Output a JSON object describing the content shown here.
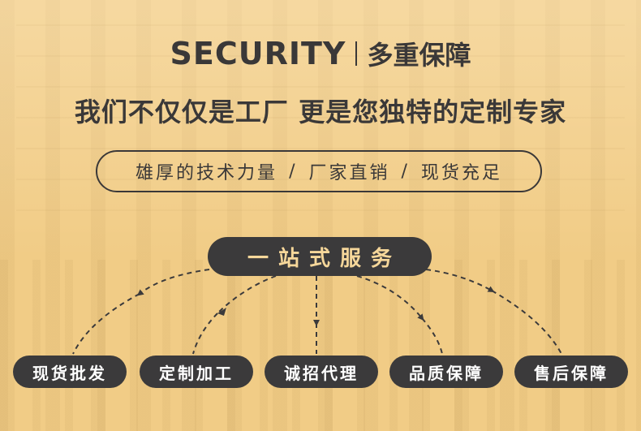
{
  "header": {
    "title_en": "SECURITY",
    "title_cn": "多重保障"
  },
  "slogan": "我们不仅仅是工厂 更是您独特的定制专家",
  "features": {
    "items": [
      "雄厚的技术力量",
      "厂家直销",
      "现货充足"
    ],
    "separator": "/"
  },
  "service": {
    "title": "一站式服务",
    "options": [
      "现货批发",
      "定制加工",
      "诚招代理",
      "品质保障",
      "售后保障"
    ]
  },
  "colors": {
    "background": "#f1cc86",
    "dark": "#3b3a3b",
    "accent_text": "#f6d79a"
  }
}
